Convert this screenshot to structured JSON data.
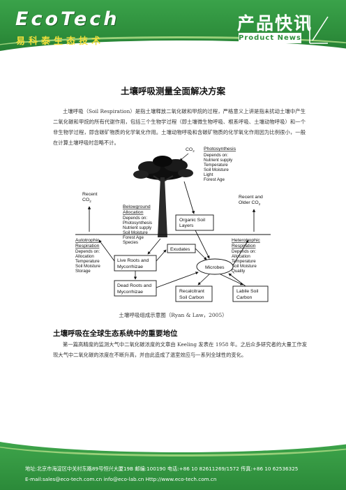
{
  "header": {
    "logo": "EcoTech",
    "logo_sub": "易科泰生态技术",
    "section_cn": "产品快讯",
    "section_en": "Product News"
  },
  "article": {
    "title": "土壤呼吸测量全面解决方案",
    "intro": "土壤呼吸（Soil Respiration）是指土壤释放二氧化碳和甲烷的过程，严格意义上讲是指未扰动土壤中产生二氧化碳和甲烷的所有代谢作用，包括三个生物学过程（即土壤微生物呼吸、根系呼吸、土壤动物呼吸）和一个非生物学过程，即含碳矿物质的化学氧化作用。土壤动物呼吸和含碳矿物质的化学氧化作用因为比例很小，一般在计算土壤呼吸时忽略不计。",
    "figure_caption": "土壤呼吸组成示意图（Ryan & Law，2005）",
    "section_heading": "土壤呼吸在全球生态系统中的重要地位",
    "section_text": "第一篇高精度的监测大气中二氧化碳浓度的文章由 Keeling 发表在 1958 年。之后众多研究者的大量工作发现大气中二氧化碳的浓度在不断升高，并由此造成了温室效应与一系列全球性的变化。"
  },
  "diagram": {
    "co2_top": "CO",
    "photosynthesis": {
      "title": "Photosynthesis",
      "lines": [
        "Depends on:",
        "Nutrient supply",
        "Temperature",
        "Soil Moisture",
        "Light",
        "Forest Age"
      ]
    },
    "recent_co2": [
      "Recent",
      "CO"
    ],
    "recent_older_co2": [
      "Recent and",
      "Older CO"
    ],
    "belowground": {
      "title_lines": [
        "Belowground",
        "Allocation"
      ],
      "lines": [
        "Depends on:",
        "Photosynthesis",
        "Nutrient supply",
        "Soil Moisture",
        "Forest Age",
        "Species"
      ]
    },
    "organic_soil": [
      "Organic Soil",
      "Layers"
    ],
    "autotrophic": {
      "title_lines": [
        "Autotrophic",
        "Respiration"
      ],
      "lines": [
        "Depends on:",
        "Allocation",
        "Temperature",
        "Soil Moisture",
        "Storage"
      ]
    },
    "heterotrophic": {
      "title_lines": [
        "Heterotrophic",
        "Respiration"
      ],
      "lines": [
        "Depends on:",
        "Allocation",
        "Temperature",
        "Soil Moisture",
        "Quality"
      ]
    },
    "exudates": "Exudates",
    "live_roots": [
      "Live Roots and",
      "Mycorrhizae"
    ],
    "microbes": "Microbes",
    "dead_roots": [
      "Dead Roots and",
      "Mycorrhizae"
    ],
    "recalcitrant": [
      "Recalcitrant",
      "Soil Carbon"
    ],
    "labile": [
      "Labile Soil",
      "Carbon"
    ],
    "subscript": "2"
  },
  "footer": {
    "line1": "地址:北京市海淀区中关村东路89号恒兴大厦19B  邮编:100190    电话:+86 10 82611269/1572    传真:+86 10 62536325",
    "line2": "E-mail:sales@eco-tech.com.cn    info@eco-lab.cn    Http://www.eco-tech.com.cn"
  }
}
